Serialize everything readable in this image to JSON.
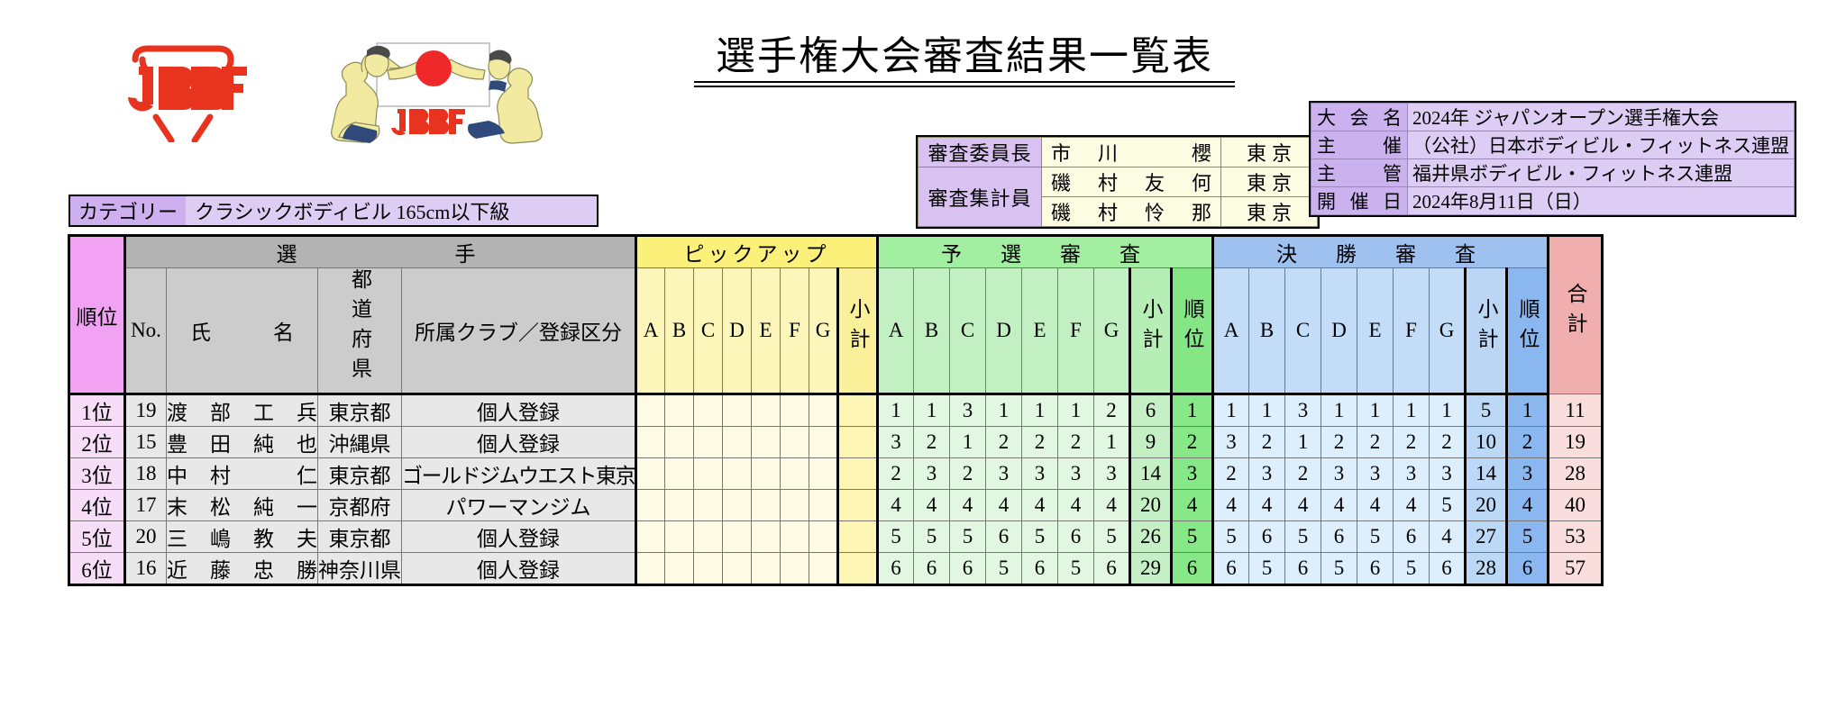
{
  "title": "選手権大会審査結果一覧表",
  "logos": {
    "jbbf_text": "JBBF",
    "figures_text": "JBBF"
  },
  "judges": {
    "chair_label": "審査委員長",
    "tally_label": "審査集計員",
    "rows": [
      {
        "name": "市　川　　　櫻",
        "pref": "東京"
      },
      {
        "name": "磯　村　友　何",
        "pref": "東京"
      },
      {
        "name": "磯　村　怜　那",
        "pref": "東京"
      }
    ]
  },
  "event": {
    "name_label": "大 会 名",
    "name_value": "2024年 ジャパンオープン選手権大会",
    "host_label": "主　　催",
    "host_value": "（公社）日本ボディビル・フィットネス連盟",
    "org_label": "主　　管",
    "org_value": "福井県ボディビル・フィットネス連盟",
    "date_label": "開 催 日",
    "date_value": "2024年8月11日（日）"
  },
  "category": {
    "label": "カテゴリー",
    "value": "クラシックボディビル 165cm以下級"
  },
  "table": {
    "groups": {
      "player": "選　　　　　手",
      "pickup": "ピックアップ",
      "prelim": "予　選　審　査",
      "final": "決　勝　審　査"
    },
    "headers": {
      "rank": "順位",
      "no": "No.",
      "name": "氏　　　名",
      "pref": "都道府県",
      "club": "所属クラブ／登録区分",
      "judges": [
        "A",
        "B",
        "C",
        "D",
        "E",
        "F",
        "G"
      ],
      "subtotal": "小計",
      "place": "順位",
      "total": "合計"
    },
    "rows": [
      {
        "rank": "1位",
        "no": "19",
        "name": "渡　部　工　兵",
        "pref": "東京都",
        "club": "個人登録",
        "pickup": [
          "",
          "",
          "",
          "",
          "",
          "",
          ""
        ],
        "pickup_sum": "",
        "prelim": [
          "1",
          "1",
          "3",
          "1",
          "1",
          "1",
          "2"
        ],
        "prelim_sum": "6",
        "prelim_rank": "1",
        "final": [
          "1",
          "1",
          "3",
          "1",
          "1",
          "1",
          "1"
        ],
        "final_sum": "5",
        "final_rank": "1",
        "total": "11"
      },
      {
        "rank": "2位",
        "no": "15",
        "name": "豊　田　純　也",
        "pref": "沖縄県",
        "club": "個人登録",
        "pickup": [
          "",
          "",
          "",
          "",
          "",
          "",
          ""
        ],
        "pickup_sum": "",
        "prelim": [
          "3",
          "2",
          "1",
          "2",
          "2",
          "2",
          "1"
        ],
        "prelim_sum": "9",
        "prelim_rank": "2",
        "final": [
          "3",
          "2",
          "1",
          "2",
          "2",
          "2",
          "2"
        ],
        "final_sum": "10",
        "final_rank": "2",
        "total": "19"
      },
      {
        "rank": "3位",
        "no": "18",
        "name": "中　村　　　仁",
        "pref": "東京都",
        "club": "ゴールドジムウエスト東京",
        "pickup": [
          "",
          "",
          "",
          "",
          "",
          "",
          ""
        ],
        "pickup_sum": "",
        "prelim": [
          "2",
          "3",
          "2",
          "3",
          "3",
          "3",
          "3"
        ],
        "prelim_sum": "14",
        "prelim_rank": "3",
        "final": [
          "2",
          "3",
          "2",
          "3",
          "3",
          "3",
          "3"
        ],
        "final_sum": "14",
        "final_rank": "3",
        "total": "28"
      },
      {
        "rank": "4位",
        "no": "17",
        "name": "末　松　純　一",
        "pref": "京都府",
        "club": "パワーマンジム",
        "pickup": [
          "",
          "",
          "",
          "",
          "",
          "",
          ""
        ],
        "pickup_sum": "",
        "prelim": [
          "4",
          "4",
          "4",
          "4",
          "4",
          "4",
          "4"
        ],
        "prelim_sum": "20",
        "prelim_rank": "4",
        "final": [
          "4",
          "4",
          "4",
          "4",
          "4",
          "4",
          "5"
        ],
        "final_sum": "20",
        "final_rank": "4",
        "total": "40"
      },
      {
        "rank": "5位",
        "no": "20",
        "name": "三　嶋　教　夫",
        "pref": "東京都",
        "club": "個人登録",
        "pickup": [
          "",
          "",
          "",
          "",
          "",
          "",
          ""
        ],
        "pickup_sum": "",
        "prelim": [
          "5",
          "5",
          "5",
          "6",
          "5",
          "6",
          "5"
        ],
        "prelim_sum": "26",
        "prelim_rank": "5",
        "final": [
          "5",
          "6",
          "5",
          "6",
          "5",
          "6",
          "4"
        ],
        "final_sum": "27",
        "final_rank": "5",
        "total": "53"
      },
      {
        "rank": "6位",
        "no": "16",
        "name": "近　藤　忠　勝",
        "pref": "神奈川県",
        "club": "個人登録",
        "pickup": [
          "",
          "",
          "",
          "",
          "",
          "",
          ""
        ],
        "pickup_sum": "",
        "prelim": [
          "6",
          "6",
          "6",
          "5",
          "6",
          "5",
          "6"
        ],
        "prelim_sum": "29",
        "prelim_rank": "6",
        "final": [
          "6",
          "5",
          "6",
          "5",
          "6",
          "5",
          "6"
        ],
        "final_sum": "28",
        "final_rank": "6",
        "total": "57"
      }
    ]
  },
  "colors": {
    "rank_header": "#f2a2f2",
    "pickup": "#faf07a",
    "prelim": "#a2efa2",
    "final": "#9fc1ef",
    "total": "#f0aeae",
    "logo_red": "#e8341f"
  }
}
